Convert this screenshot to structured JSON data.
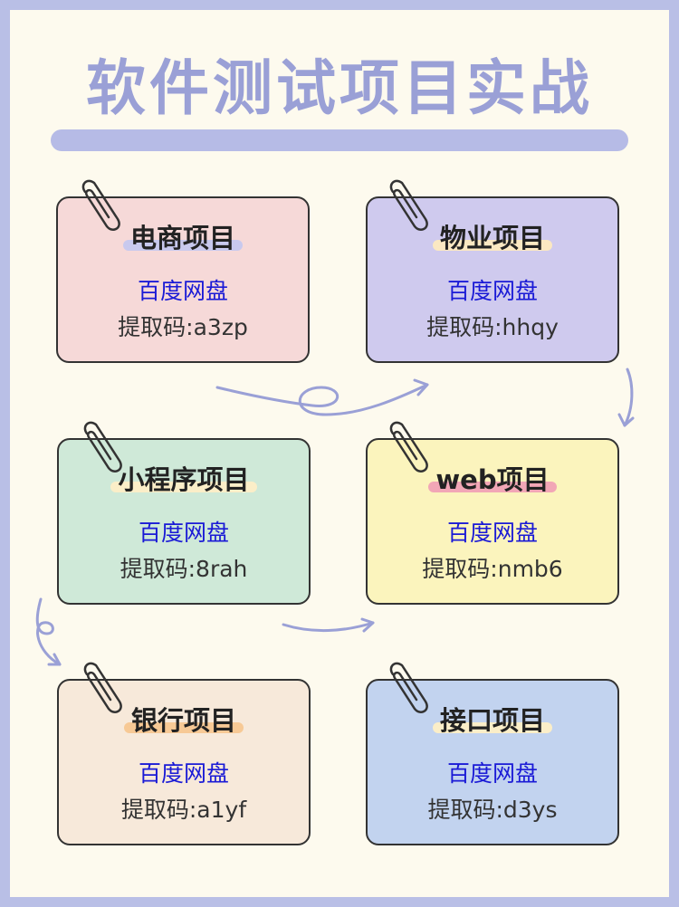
{
  "title": "软件测试项目实战",
  "cards": [
    {
      "name": "电商项目",
      "link": "百度网盘",
      "code": "提取码:a3zp",
      "bg": "#f6d9d8",
      "highlight": "#c8c9ee"
    },
    {
      "name": "物业项目",
      "link": "百度网盘",
      "code": "提取码:hhqy",
      "bg": "#cfcaee",
      "highlight": "#fbe8c2"
    },
    {
      "name": "小程序项目",
      "link": "百度网盘",
      "code": "提取码:8rah",
      "bg": "#cfe9d8",
      "highlight": "#fbeec8"
    },
    {
      "name": "web项目",
      "link": "百度网盘",
      "code": "提取码:nmb6",
      "bg": "#fbf4bd",
      "highlight": "#f2a6b6"
    },
    {
      "name": "银行项目",
      "link": "百度网盘",
      "code": "提取码:a1yf",
      "bg": "#f7e9da",
      "highlight": "#f7c995"
    },
    {
      "name": "接口项目",
      "link": "百度网盘",
      "code": "提取码:d3ys",
      "bg": "#c2d3ef",
      "highlight": "#fbeec8"
    }
  ],
  "colors": {
    "frame": "#b9bfe6",
    "paper": "#fdfaee",
    "title": "#9aa0d6",
    "link": "#1a1ad6",
    "arrow": "#9aa0d6"
  }
}
